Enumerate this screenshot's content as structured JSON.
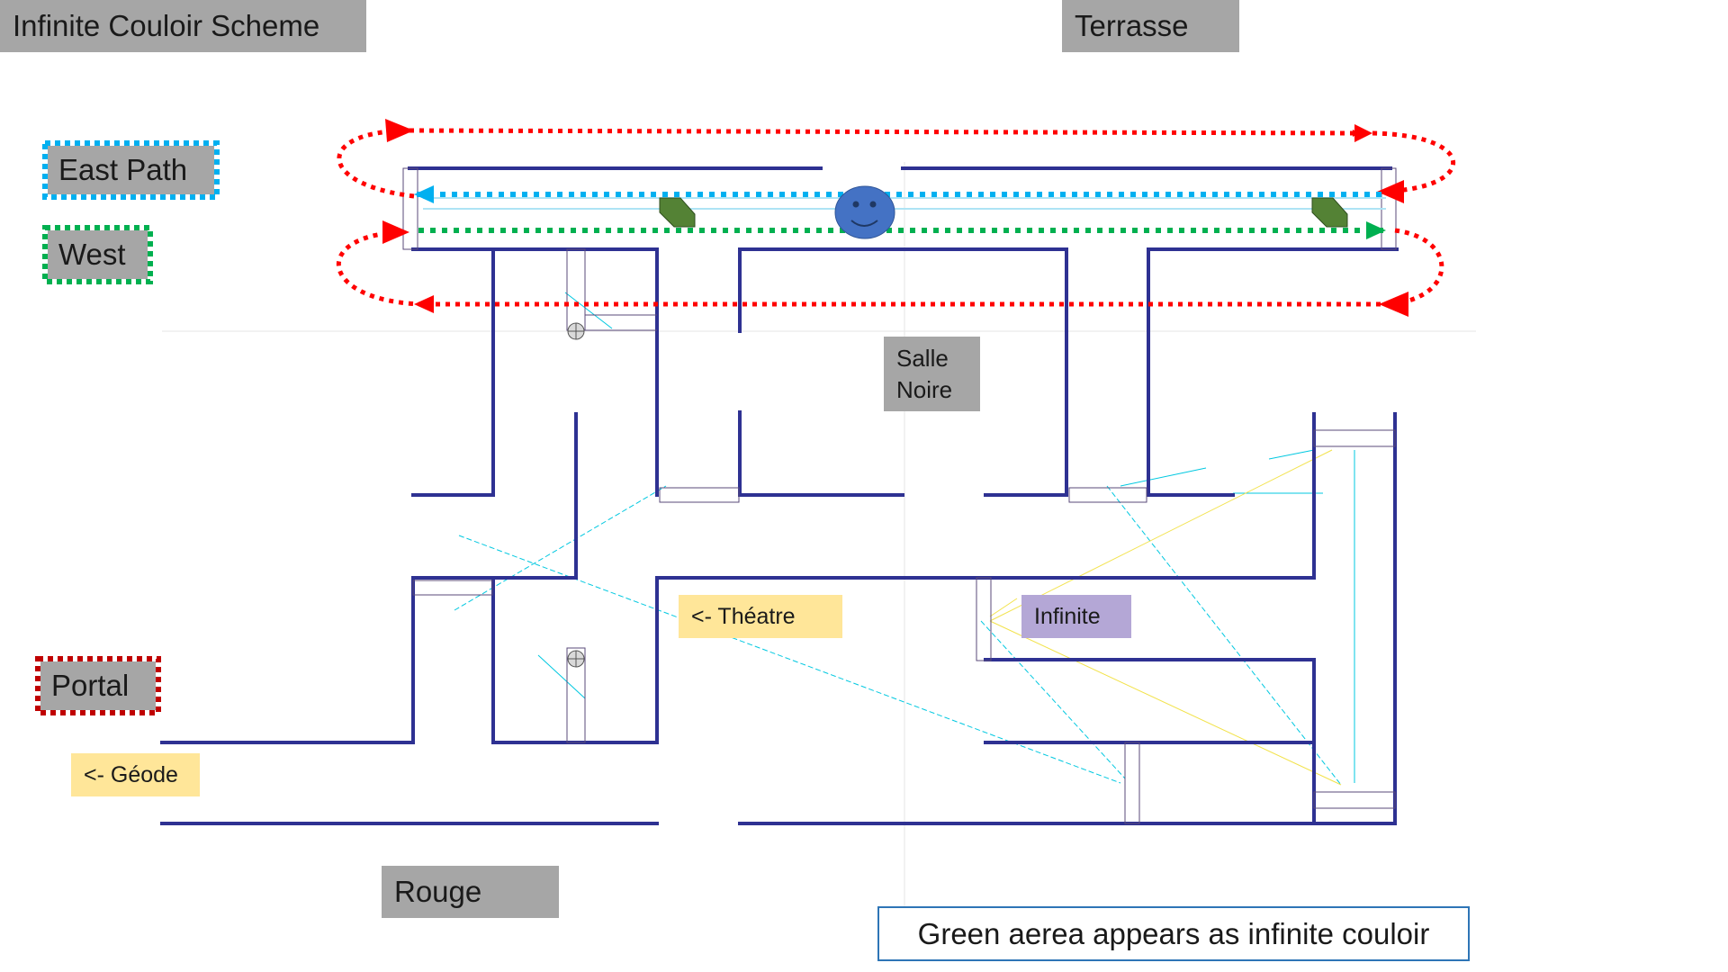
{
  "title": "Infinite Couloir Scheme",
  "legend": {
    "east": "East Path",
    "west": "West",
    "portal": "Portal"
  },
  "rooms": {
    "terrasse": "Terrasse",
    "salle_noire_1": "Salle",
    "salle_noire_2": "Noire",
    "theatre": "<- Théatre",
    "infinite": "Infinite",
    "geode": "<- Géode",
    "rouge": "Rouge"
  },
  "note": "Green aerea appears as infinite couloir",
  "colors": {
    "east_path": "#00b0f0",
    "west_path": "#00b050",
    "portal": "#ff0000",
    "wall": "#2e3192",
    "door_zone": "#548235",
    "character": "#4472c4",
    "label_gray": "#a6a6a6",
    "label_yellow": "#ffe699",
    "label_purple": "#b4a7d6"
  },
  "icons": {
    "character": "smiley-face-icon",
    "door": "hexagon-door-icon",
    "hinge": "circle-hinge-icon"
  }
}
